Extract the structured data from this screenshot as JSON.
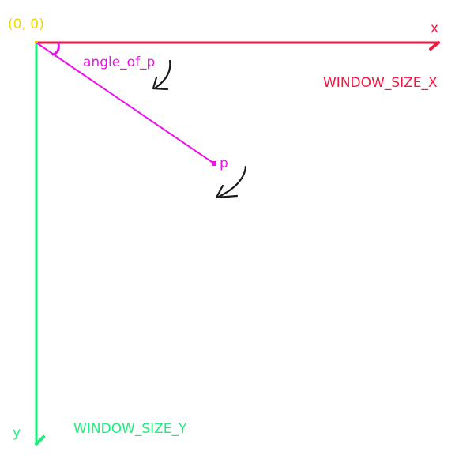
{
  "labels": {
    "origin": "(0, 0)",
    "x_axis": "x",
    "y_axis": "y",
    "window_size_x": "WINDOW_SIZE_X",
    "window_size_y": "WINDOW_SIZE_Y",
    "angle": "angle_of_p",
    "point": "p"
  },
  "colors": {
    "origin": "#f2d900",
    "x_axis": "#f5163f",
    "y_axis": "#19f07a",
    "point": "#ee11ee",
    "rotation_arrow": "#1a1a1a"
  },
  "icons": {
    "rotation_arrow": "clockwise-curved-arrow-icon"
  }
}
